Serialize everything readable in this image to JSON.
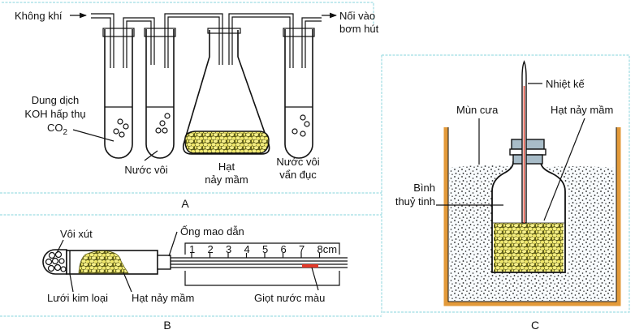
{
  "figure": {
    "panels": [
      {
        "id": "A",
        "caption": "A",
        "labels": {
          "air_in": "Không khí",
          "pump_out_line1": "Nối vào",
          "pump_out_line2": "bơm hút",
          "koh_line1": "Dung dịch",
          "koh_line2": "KOH hấp thụ",
          "koh_line3_main": "CO",
          "koh_line3_sub": "2",
          "limewater": "Nước vôi",
          "seeds_line1": "Hạt",
          "seeds_line2": "nảy mầm",
          "cloudy_line1": "Nước vôi",
          "cloudy_line2": "vẩn đục"
        }
      },
      {
        "id": "B",
        "caption": "B",
        "labels": {
          "soda_lime": "Vôi xút",
          "capillary": "Ống mao dẫn",
          "metal_mesh": "Lưới kim loại",
          "seeds": "Hạt nảy mầm",
          "colored_drop": "Giọt nước màu"
        },
        "ruler": {
          "ticks": [
            "1",
            "2",
            "3",
            "4",
            "5",
            "6",
            "7",
            "8cm"
          ]
        }
      },
      {
        "id": "C",
        "caption": "C",
        "labels": {
          "thermometer": "Nhiệt kế",
          "sawdust": "Mùn cưa",
          "seeds": "Hạt nảy mầm",
          "glass_line1": "Bình",
          "glass_line2": "thuỷ tinh"
        }
      }
    ],
    "colors": {
      "seed_fill": "#f2ec7a",
      "seed_dark": "#6b6a1c",
      "drop": "#e23a2a",
      "box_wood": "#e39a3a",
      "thermo_red": "#d9412f",
      "frame": "#9fdde3",
      "stopper": "#a8bcc8"
    }
  }
}
